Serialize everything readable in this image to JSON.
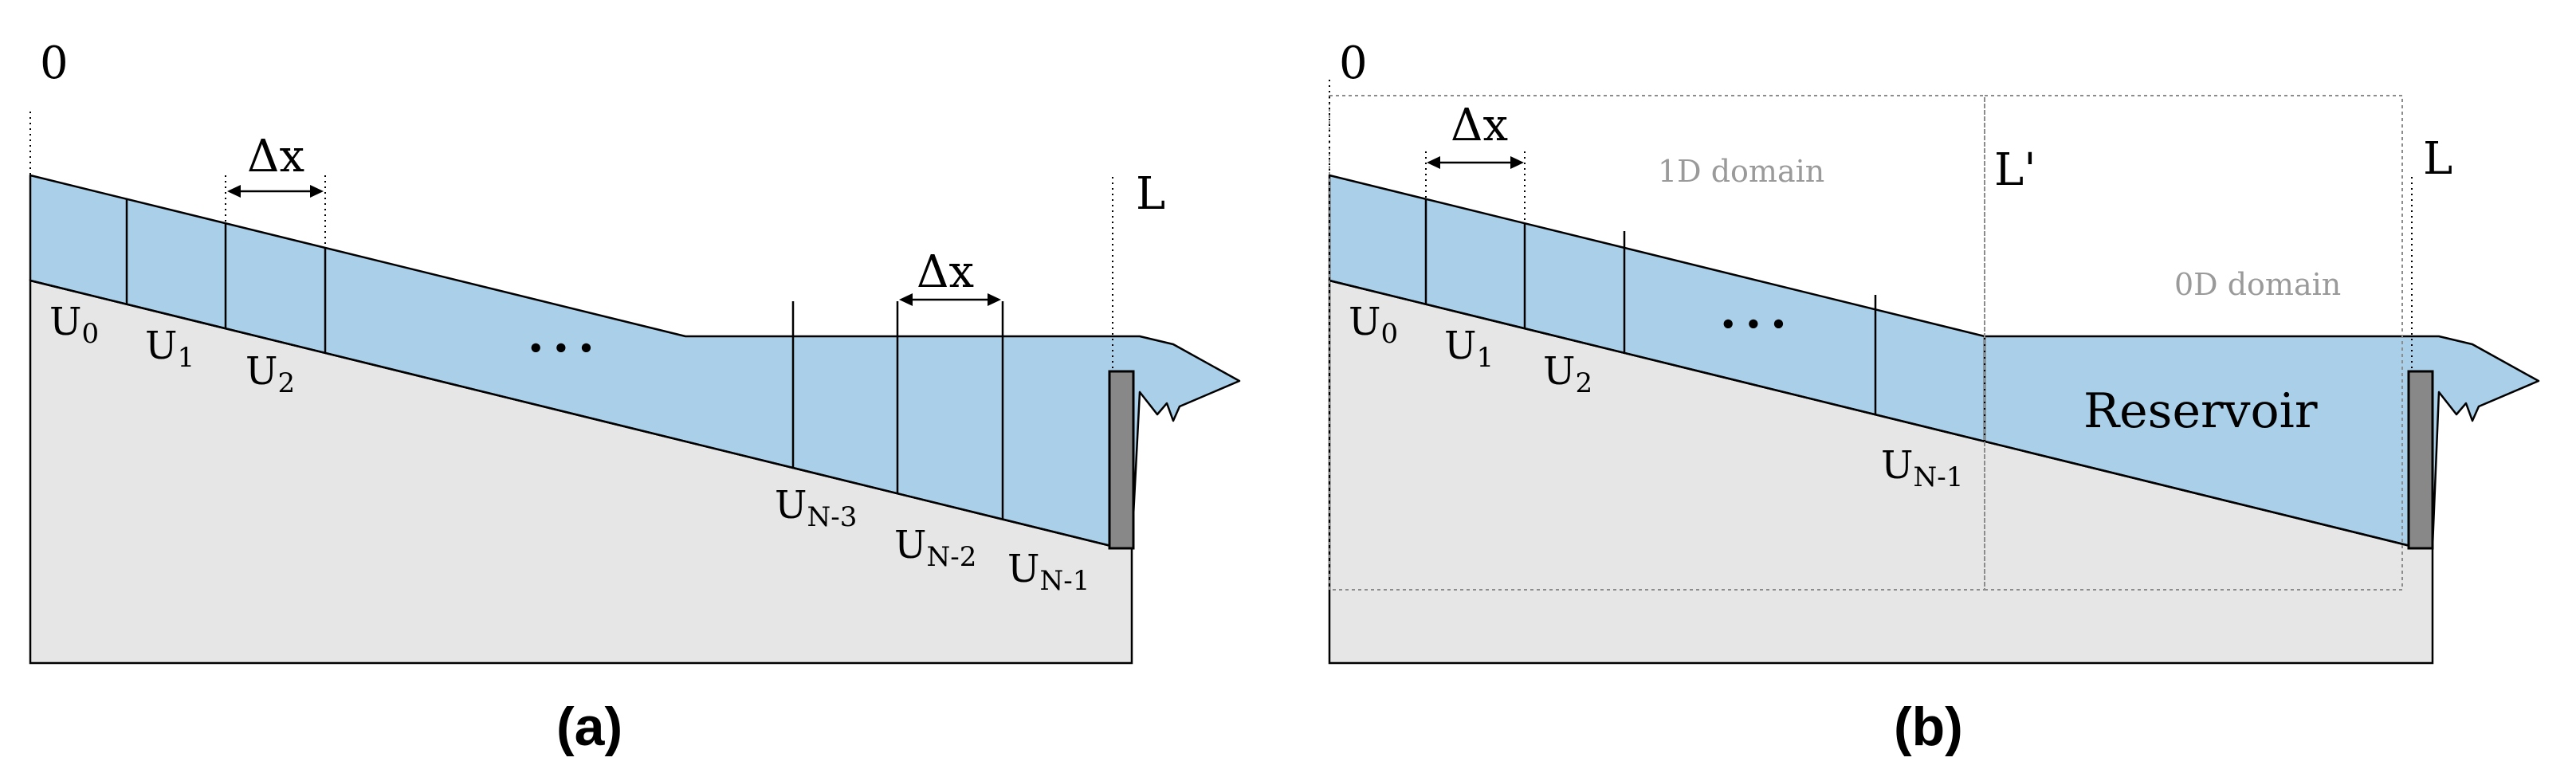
{
  "panel_a": {
    "caption": "(a)",
    "origin_label": "0",
    "end_label": "L",
    "dx_label_1": "Δx",
    "dx_label_2": "Δx",
    "ellipsis": "• • •",
    "cells": [
      {
        "base": "U",
        "sub": "0"
      },
      {
        "base": "U",
        "sub": "1"
      },
      {
        "base": "U",
        "sub": "2"
      },
      {
        "base": "U",
        "sub": "N-3"
      },
      {
        "base": "U",
        "sub": "N-2"
      },
      {
        "base": "U",
        "sub": "N-1"
      }
    ]
  },
  "panel_b": {
    "caption": "(b)",
    "origin_label": "0",
    "end_label": "L",
    "interface_label": "L'",
    "dx_label": "Δx",
    "ellipsis": "• • •",
    "domain_1d_label": "1D domain",
    "domain_0d_label": "0D domain",
    "reservoir_label": "Reservoir",
    "cells": [
      {
        "base": "U",
        "sub": "0"
      },
      {
        "base": "U",
        "sub": "1"
      },
      {
        "base": "U",
        "sub": "2"
      },
      {
        "base": "U",
        "sub": "N-1"
      }
    ]
  },
  "colors": {
    "water": "#a9d0e8",
    "ground": "#e6e6e6",
    "gate": "#888888",
    "domain_box": "#8c8c8c",
    "domain_text": "#9a9a9a"
  }
}
